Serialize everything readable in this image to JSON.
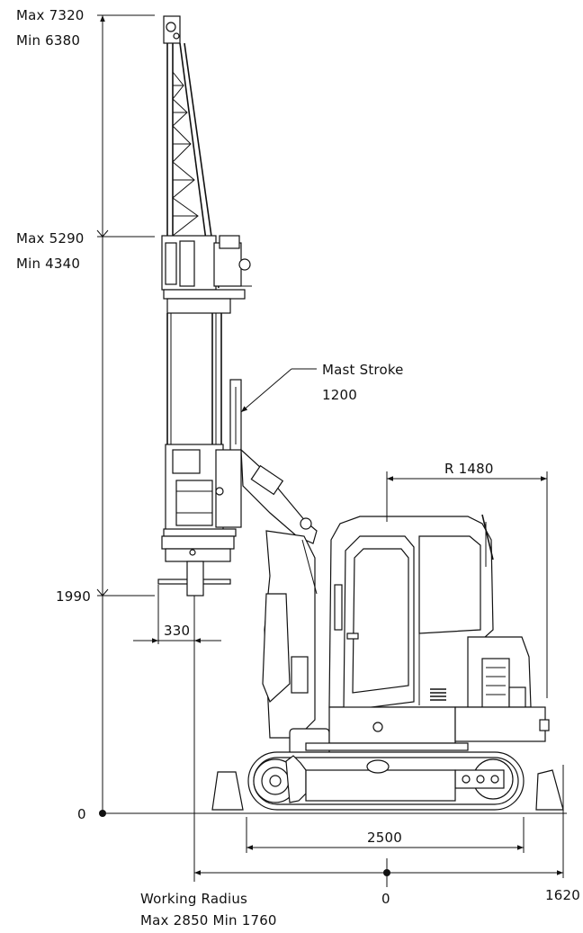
{
  "heights": {
    "top_max": "Max  7320",
    "top_min": "Min  6380",
    "mid_max": "Max  5290",
    "mid_min": "Min  4340",
    "tool": "1990",
    "ground": "0"
  },
  "mast_stroke": {
    "label": "Mast Stroke",
    "value": "1200"
  },
  "dimensions": {
    "offset": "330",
    "radius": "R  1480",
    "track_length": "2500",
    "origin": "0",
    "right": "1620"
  },
  "working_radius": {
    "title": "Working Radius",
    "values": "Max 2850  Min 1760"
  }
}
